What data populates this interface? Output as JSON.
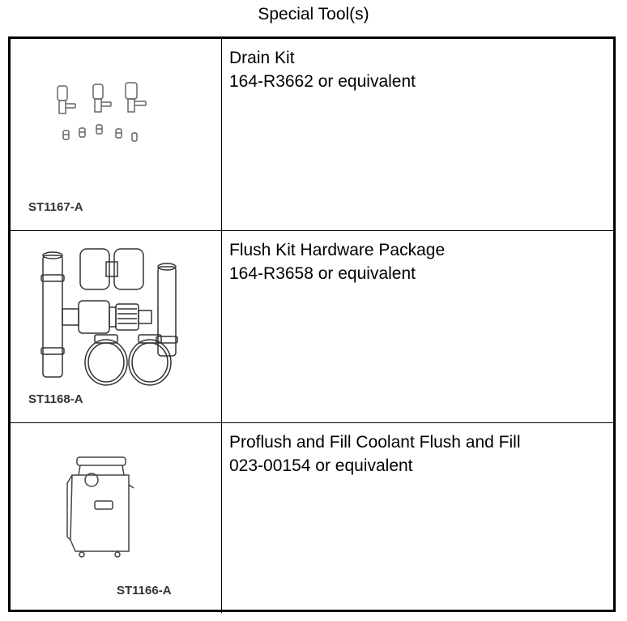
{
  "page": {
    "title": "Special Tool(s)"
  },
  "tools": [
    {
      "name": "Drain Kit",
      "part": "164-R3662 or equivalent",
      "illustration_code": "ST1167-A",
      "illustration_icon": "drain-kit-icon"
    },
    {
      "name": "Flush Kit Hardware Package",
      "part": "164-R3658 or equivalent",
      "illustration_code": "ST1168-A",
      "illustration_icon": "flush-kit-hardware-icon"
    },
    {
      "name": "Proflush and Fill Coolant Flush and Fill",
      "part": "023-00154 or equivalent",
      "illustration_code": "ST1166-A",
      "illustration_icon": "coolant-flush-unit-icon"
    }
  ]
}
